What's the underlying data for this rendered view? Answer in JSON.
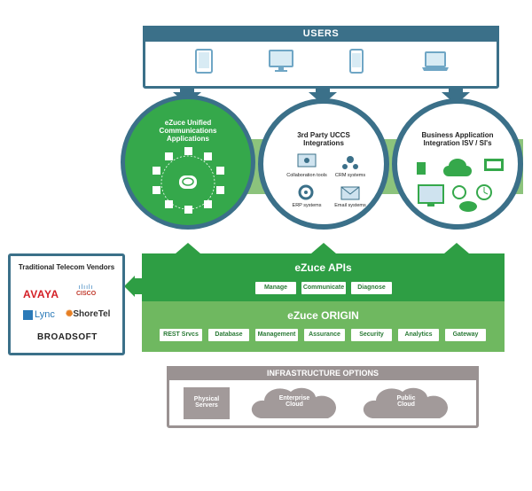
{
  "users": {
    "title": "USERS",
    "devices": [
      "tablet-icon",
      "monitor-icon",
      "phone-icon",
      "laptop-icon"
    ]
  },
  "circles": {
    "unified": {
      "title_line1": "eZuce Unified",
      "title_line2": "Communications",
      "title_line3": "Applications"
    },
    "uccs": {
      "title_line1": "3rd Party UCCS",
      "title_line2": "Integrations",
      "items": [
        "Collaboration tools",
        "CRM systems",
        "ERP systems",
        "Email systems"
      ]
    },
    "business": {
      "title_line1": "Business Application",
      "title_line2": "Integration ISV / SI's"
    }
  },
  "apis": {
    "title": "eZuce APIs",
    "buttons": [
      "Manage",
      "Communicate",
      "Diagnose"
    ]
  },
  "origin": {
    "title": "eZuce ORIGIN",
    "buttons": [
      "REST Srvcs",
      "Database",
      "Management",
      "Assurance",
      "Security",
      "Analytics",
      "Gateway"
    ]
  },
  "vendors": {
    "title": "Traditional Telecom Vendors",
    "logos": [
      "AVAYA",
      "CISCO",
      "Lync",
      "ShoreTel",
      "BROADSOFT"
    ]
  },
  "infrastructure": {
    "title": "INFRASTRUCTURE OPTIONS",
    "physical_line1": "Physical",
    "physical_line2": "Servers",
    "enterprise_line1": "Enterprise",
    "enterprise_line2": "Cloud",
    "public_line1": "Public",
    "public_line2": "Cloud"
  },
  "colors": {
    "primary_blue": "#3b7089",
    "green_dark": "#2e9e44",
    "green_light": "#6fb860",
    "gray": "#9a9292"
  }
}
